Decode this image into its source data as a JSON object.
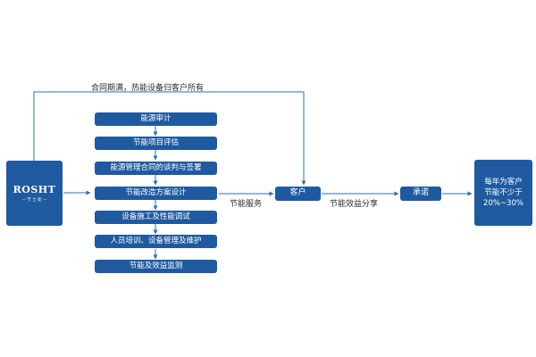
{
  "logo": {
    "name": "ROSHT",
    "sub": "— 节 士 能 —"
  },
  "top_return_label": "合同期满，热能设备归客户所有",
  "steps": [
    {
      "label": "能源审计"
    },
    {
      "label": "节能项目评估"
    },
    {
      "label": "能源管理合同的谈判与签署"
    },
    {
      "label": "节能改造方案设计"
    },
    {
      "label": "设备施工及性能调试"
    },
    {
      "label": "人员培训、设备管理及维护"
    },
    {
      "label": "节能及效益监测"
    }
  ],
  "service_label": "节能服务",
  "customer_label": "客户",
  "share_label": "节能效益分享",
  "promise_label": "承诺",
  "benefit": {
    "line1": "每年为客户",
    "line2": "节能不少于",
    "line3": "20%~30%"
  },
  "colors": {
    "box": "#1f5aa0",
    "line": "#2e6fb4",
    "text": "#2b2b2b",
    "background": "#ffffff"
  }
}
